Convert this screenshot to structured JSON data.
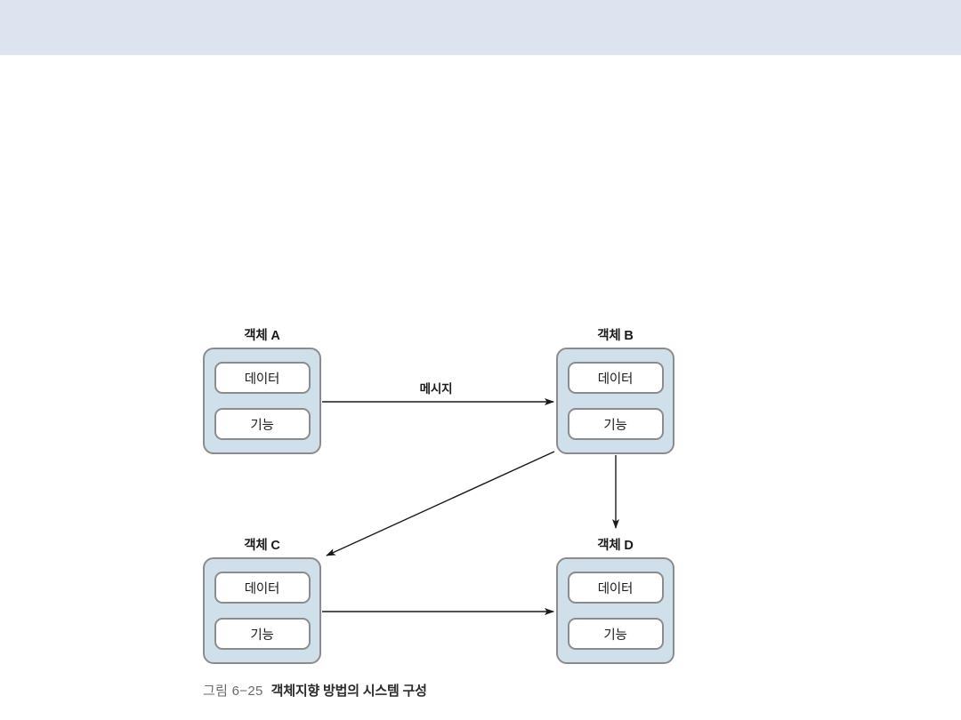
{
  "slide": {
    "banner_color": "#dde4f0",
    "background_color": "#ffffff"
  },
  "diagram": {
    "node_fill": "#cfe0ea",
    "node_border": "#8c8c8c",
    "slot_fill": "#ffffff",
    "arrow_color": "#1a1a1a",
    "nodes": [
      {
        "id": "a",
        "label": "객체 A",
        "slots": [
          {
            "label": "데이터"
          },
          {
            "label": "기능"
          }
        ]
      },
      {
        "id": "b",
        "label": "객체 B",
        "slots": [
          {
            "label": "데이터"
          },
          {
            "label": "기능"
          }
        ]
      },
      {
        "id": "c",
        "label": "객체 C",
        "slots": [
          {
            "label": "데이터"
          },
          {
            "label": "기능"
          }
        ]
      },
      {
        "id": "d",
        "label": "객체 D",
        "slots": [
          {
            "label": "데이터"
          },
          {
            "label": "기능"
          }
        ]
      }
    ],
    "connections": [
      {
        "id": "a-to-b",
        "from": "a",
        "to": "b",
        "label": "메시지"
      },
      {
        "id": "b-to-c",
        "from": "b",
        "to": "c",
        "label": ""
      },
      {
        "id": "b-to-d",
        "from": "b",
        "to": "d",
        "label": ""
      },
      {
        "id": "c-to-d",
        "from": "c",
        "to": "d",
        "label": ""
      }
    ]
  },
  "caption": {
    "number": "그림 6−25",
    "title": "객체지향 방법의 시스템 구성"
  }
}
